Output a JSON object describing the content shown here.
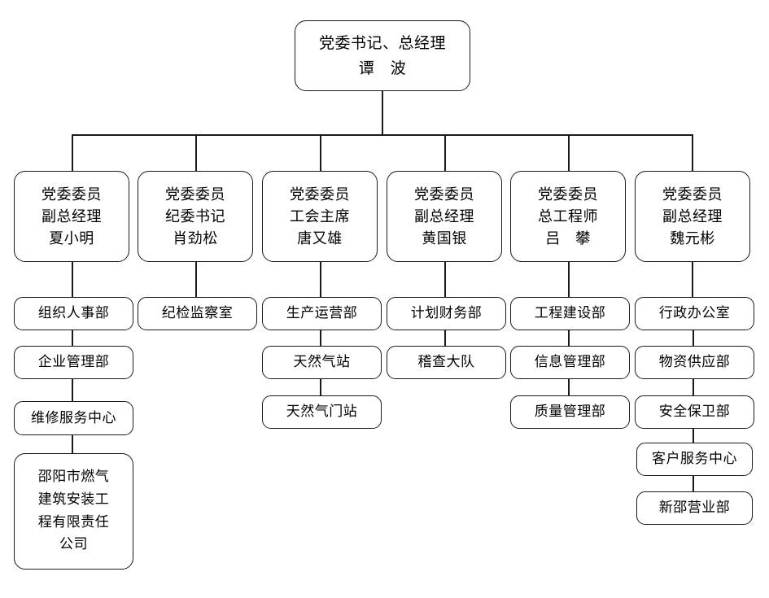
{
  "diagram": {
    "title_text": "党委书记、总经理 谭波",
    "type": "organizational-chart",
    "background_color": "#ffffff",
    "line_color": "#1a1a1a",
    "text_color": "#000000"
  },
  "root": {
    "line1": "党委书记、总经理",
    "line2": "谭　波"
  },
  "leaders": [
    {
      "line1": "党委委员",
      "line2": "副总经理",
      "line3": "夏小明"
    },
    {
      "line1": "党委委员",
      "line2": "纪委书记",
      "line3": "肖劲松"
    },
    {
      "line1": "党委委员",
      "line2": "工会主席",
      "line3": "唐又雄"
    },
    {
      "line1": "党委委员",
      "line2": "副总经理",
      "line3": "黄国银"
    },
    {
      "line1": "党委委员",
      "line2": "总工程师",
      "line3": "吕　攀"
    },
    {
      "line1": "党委委员",
      "line2": "副总经理",
      "line3": "魏元彬"
    }
  ],
  "columns": [
    {
      "departments": [
        {
          "label": "组织人事部"
        },
        {
          "label": "企业管理部"
        },
        {
          "label": "维修服务中心"
        },
        {
          "label": "邵阳市燃气建筑安装工程有限责任公司",
          "line1": "邵阳市燃气",
          "line2": "建筑安装工",
          "line3": "程有限责任",
          "line4": "公司"
        }
      ]
    },
    {
      "departments": [
        {
          "label": "纪检监察室"
        }
      ]
    },
    {
      "departments": [
        {
          "label": "生产运营部"
        },
        {
          "label": "天然气站"
        },
        {
          "label": "天然气门站"
        }
      ]
    },
    {
      "departments": [
        {
          "label": "计划财务部"
        },
        {
          "label": "稽查大队"
        }
      ]
    },
    {
      "departments": [
        {
          "label": "工程建设部"
        },
        {
          "label": "信息管理部"
        },
        {
          "label": "质量管理部"
        }
      ]
    },
    {
      "departments": [
        {
          "label": "行政办公室"
        },
        {
          "label": "物资供应部"
        },
        {
          "label": "安全保卫部"
        },
        {
          "label": "客户服务中心"
        },
        {
          "label": "新邵营业部"
        }
      ]
    }
  ]
}
